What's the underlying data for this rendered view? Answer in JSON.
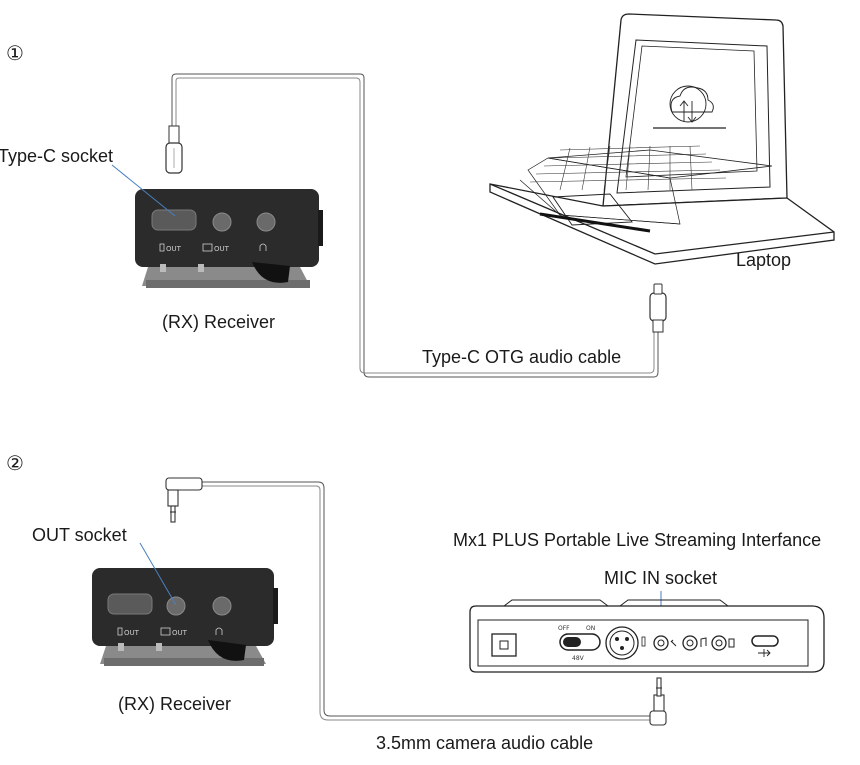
{
  "section1": {
    "number": "①",
    "typec_socket_label": "Type-C socket",
    "receiver_label": "(RX) Receiver",
    "laptop_label": "Laptop",
    "cable_label": "Type-C OTG audio cable",
    "receiver_port_labels": [
      "OUT",
      "OUT"
    ]
  },
  "section2": {
    "number": "②",
    "out_socket_label": "OUT socket",
    "receiver_label": "(RX) Receiver",
    "interface_title": "Mx1 PLUS Portable Live Streaming Interfance",
    "mic_in_label": "MIC IN socket",
    "cable_label": "3.5mm camera audio cable",
    "receiver_port_labels": [
      "OUT",
      "OUT"
    ],
    "interface_switch_labels": [
      "OFF",
      "ON",
      "48V"
    ]
  }
}
